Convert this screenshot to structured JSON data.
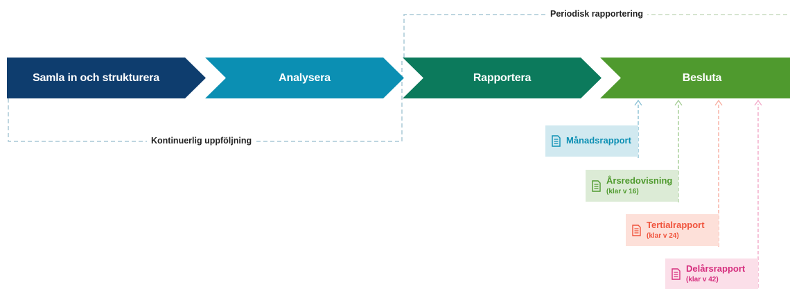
{
  "process": {
    "steps": [
      {
        "label": "Samla in och strukturera",
        "color": "#0e3d6e"
      },
      {
        "label": "Analysera",
        "color": "#0b8fb3"
      },
      {
        "label": "Rapportera",
        "color": "#0c7a5c"
      },
      {
        "label": "Besluta",
        "color": "#4f9a2e"
      }
    ]
  },
  "loops": {
    "periodic": "Periodisk rapportering",
    "continuous": "Kontinuerlig uppföljning"
  },
  "reports": [
    {
      "name": "Månadsrapport",
      "sub": "",
      "color": "#0b8fb3",
      "bg": "#d1e9f0"
    },
    {
      "name": "Årsredovisning",
      "sub": "(klar v 16)",
      "color": "#4f9a2e",
      "bg": "#dcebd6"
    },
    {
      "name": "Tertialrapport",
      "sub": "(klar v 24)",
      "color": "#f0533c",
      "bg": "#fde0d9"
    },
    {
      "name": "Delårsrapport",
      "sub": "(klar v 42)",
      "color": "#d62e7e",
      "bg": "#fbdfe9"
    }
  ],
  "colors": {
    "dash_blue": "#a9c8d6",
    "dash_green": "#c8dcc0"
  },
  "icons": [
    "document-icon"
  ]
}
